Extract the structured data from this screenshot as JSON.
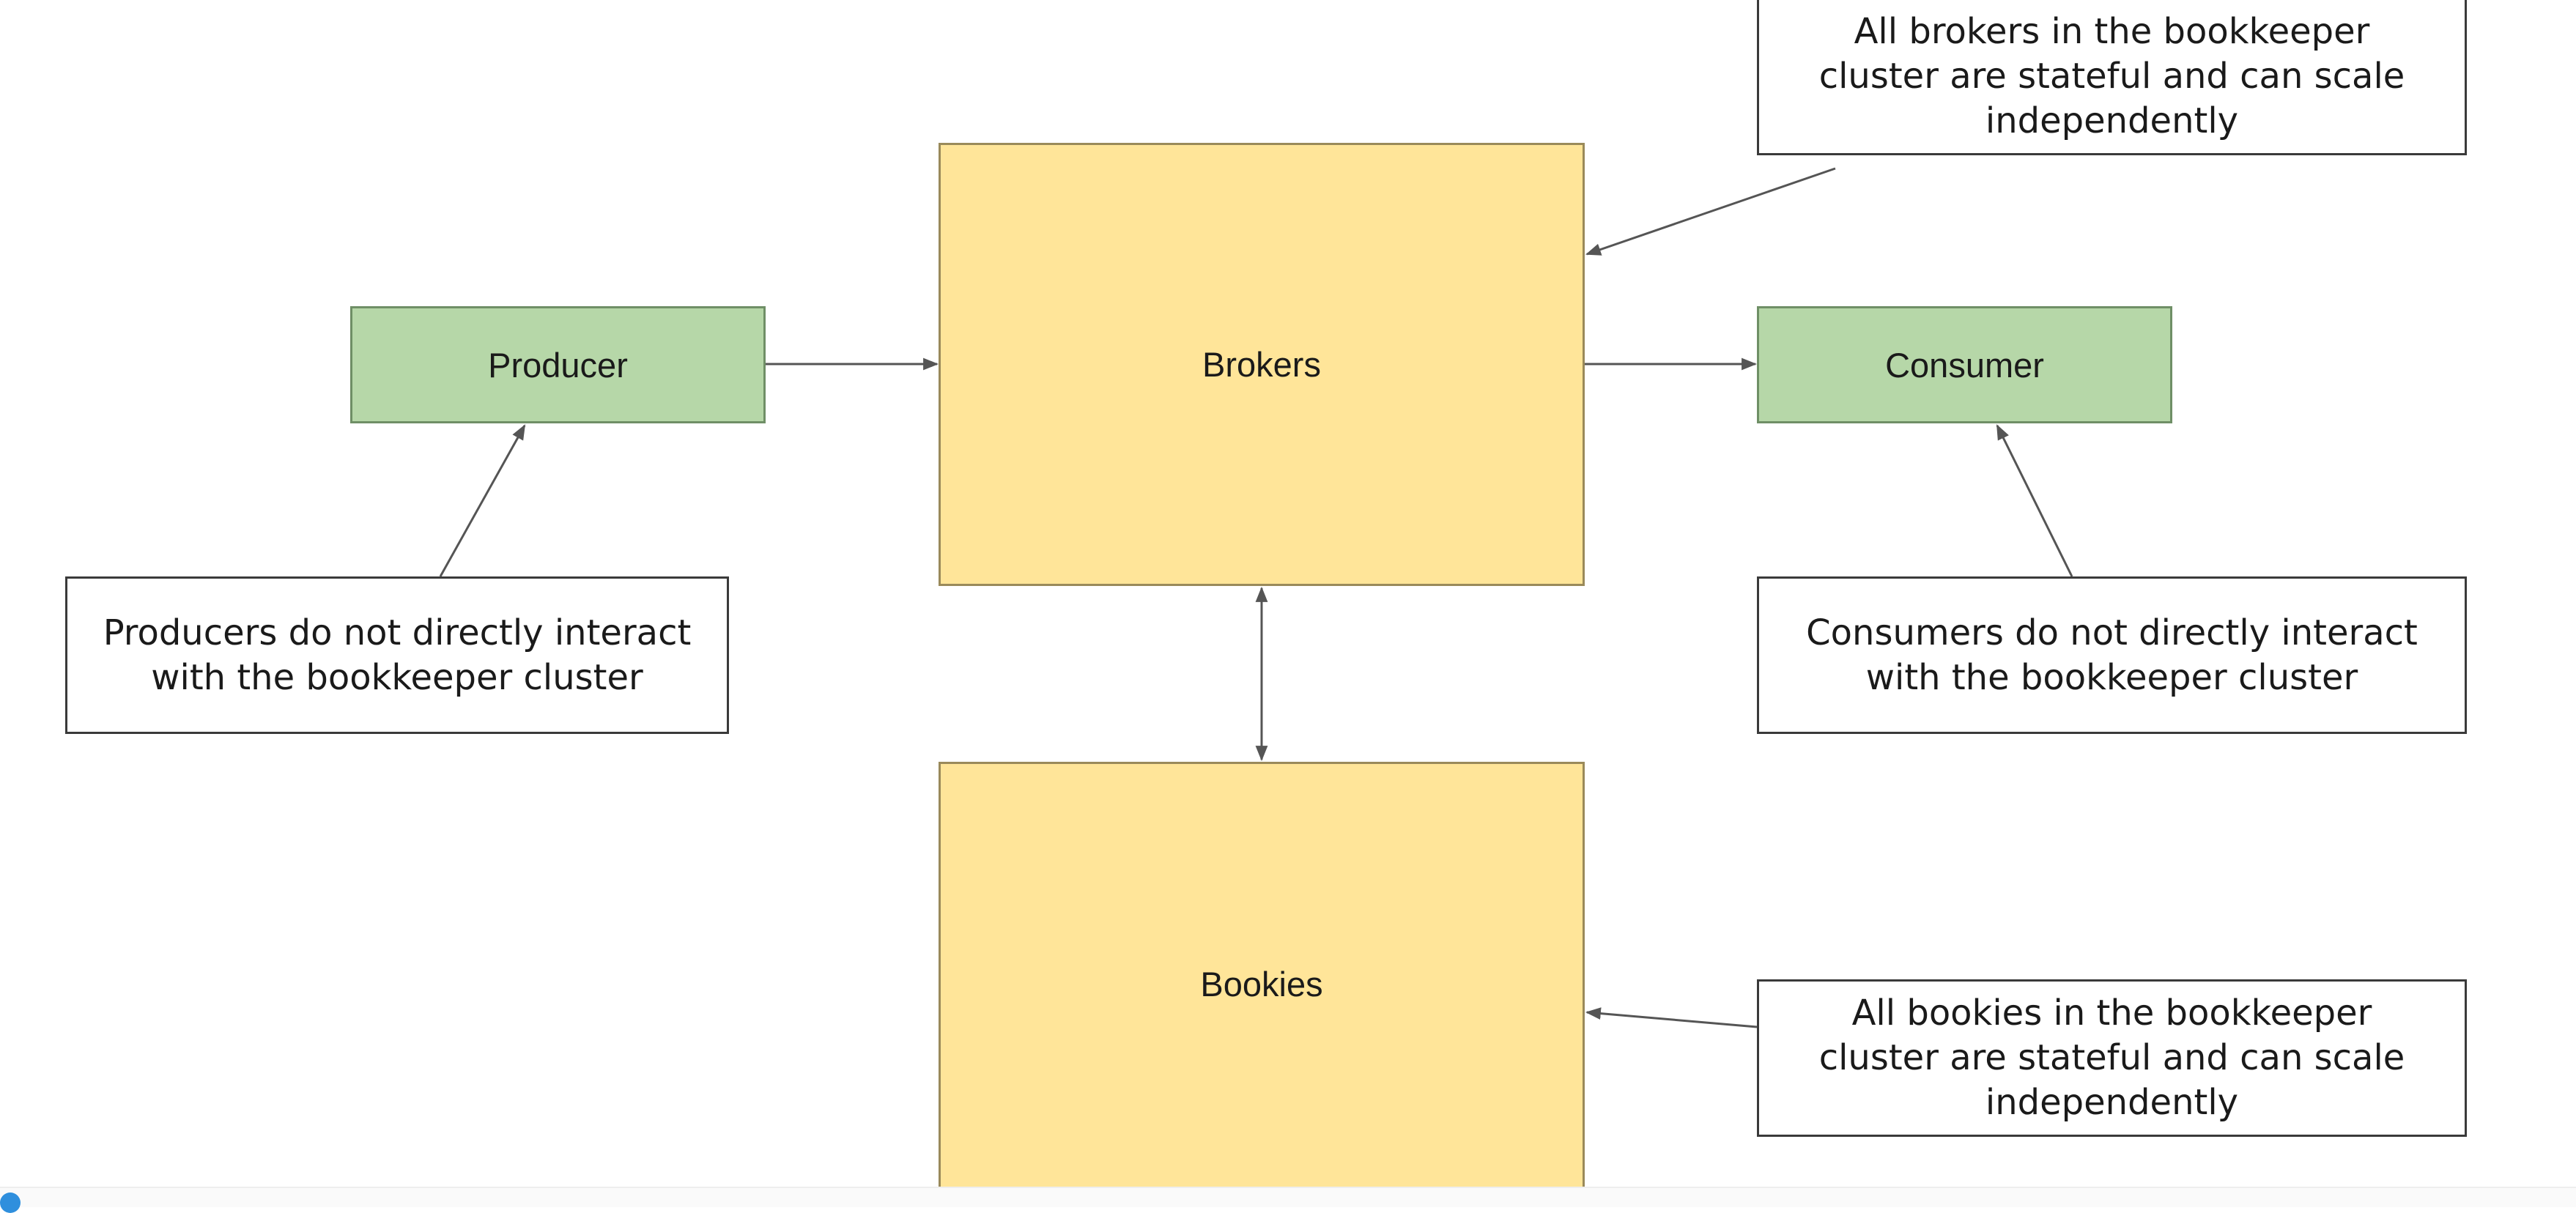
{
  "nodes": {
    "producer": "Producer",
    "consumer": "Consumer",
    "brokers": "Brokers",
    "bookies": "Bookies"
  },
  "notes": {
    "brokers": [
      "All brokers in the bookkeeper",
      "cluster are stateful and can scale",
      "independently"
    ],
    "producers": [
      "Producers do not directly interact",
      "with the bookkeeper cluster"
    ],
    "consumers": [
      "Consumers do not directly interact",
      "with the bookkeeper cluster"
    ],
    "bookies": [
      "All bookies in the bookkeeper",
      "cluster are stateful and can scale",
      "independently"
    ]
  },
  "colors": {
    "client_fill": "#b6d7a8",
    "cluster_fill": "#ffe599",
    "note_fill": "#ffffff",
    "arrow": "#555555"
  }
}
